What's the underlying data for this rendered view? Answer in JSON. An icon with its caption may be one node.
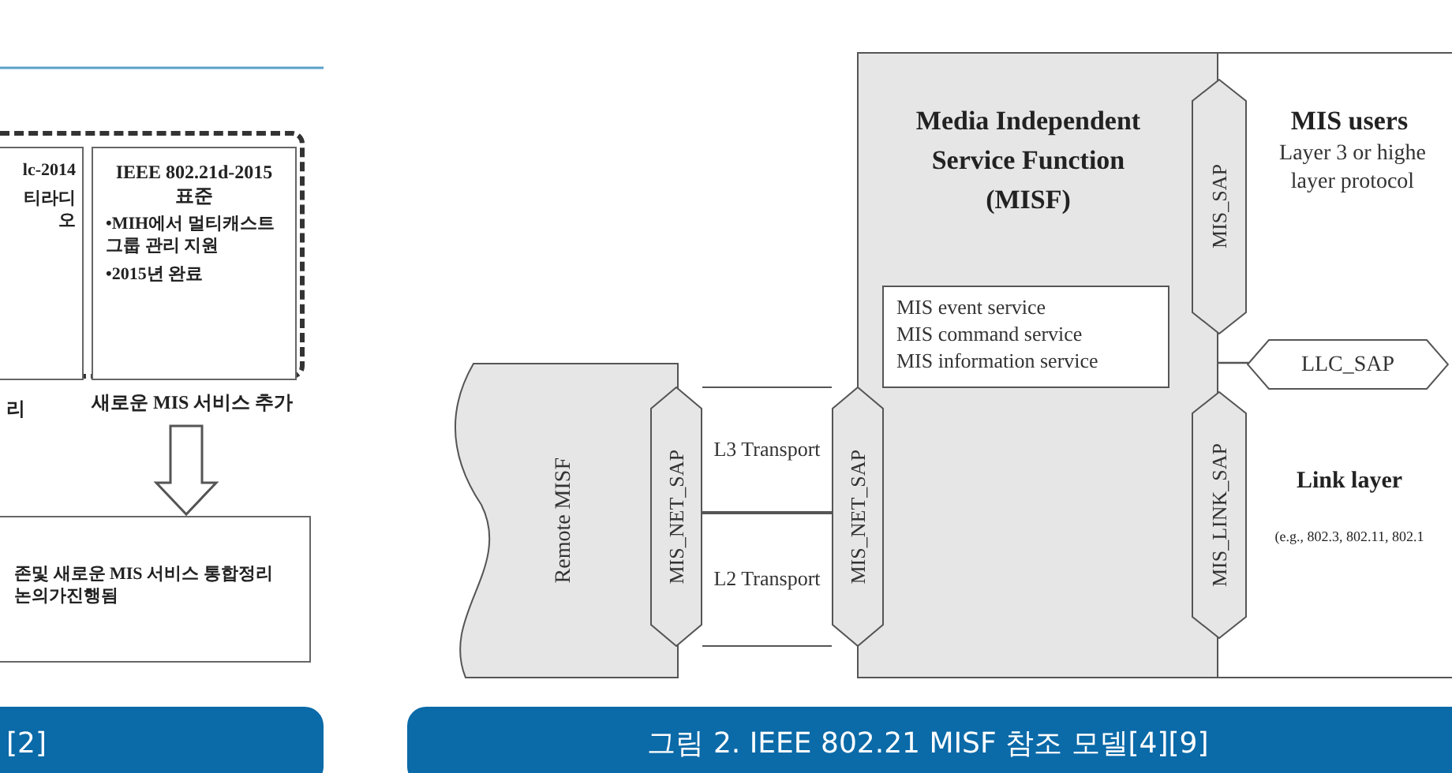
{
  "diagram": {
    "caption": "그림 2. IEEE 802.21 MISF 참조 모델[4][9]",
    "nodes": [
      {
        "text": [],
        "shape": "box"
      },
      {
        "text": [
          "lc-2014",
          "티라디오"
        ],
        "in": 0,
        "beside": [
          "리"
        ]
      },
      {
        "text": [
          "IEEE 802.21d-2015 표준",
          "•MIH에서 멀티캐스트 그룹 관리 지원",
          "•2015년 완료"
        ],
        "in": 0
      },
      {
        "text": [
          "존및 새로운 MIS 서비스 통합정리 논의가진행됨"
        ]
      },
      {
        "text": [
          "새로운 MIS 서비스 추가"
        ]
      },
      {
        "text": [
          "Remote MISF"
        ]
      },
      {
        "text": [
          "MIS_NET_SAP"
        ]
      },
      {
        "text": [
          "L3 Transport"
        ]
      },
      {
        "text": [
          "L2 Transport"
        ]
      },
      {
        "text": [
          "MIS_NET_SAP"
        ]
      },
      {
        "text": [
          "Media Independent Service Function (MISF)"
        ]
      },
      {
        "text": [
          "MIS event service",
          "MIS command service",
          "MIS information service"
        ],
        "in": 10
      },
      {
        "text": [
          "MIS_SAP"
        ]
      },
      {
        "text": [
          "MIS users",
          "Layer 3 or highe layer protocol",
          "Link layer",
          "(e.g., 802.3, 802.11, 802.1"
        ]
      },
      {
        "text": [
          "LLC_SAP"
        ],
        "in": 13
      },
      {
        "text": [
          "MIS_LINK_SAP"
        ]
      }
    ],
    "edges": [
      {
        "from": 4,
        "to": 3,
        "arrow": "to",
        "style": "thick"
      },
      {
        "from": 10,
        "to": 14,
        "arrow": "none"
      }
    ],
    "labels": [
      "[2]"
    ]
  }
}
